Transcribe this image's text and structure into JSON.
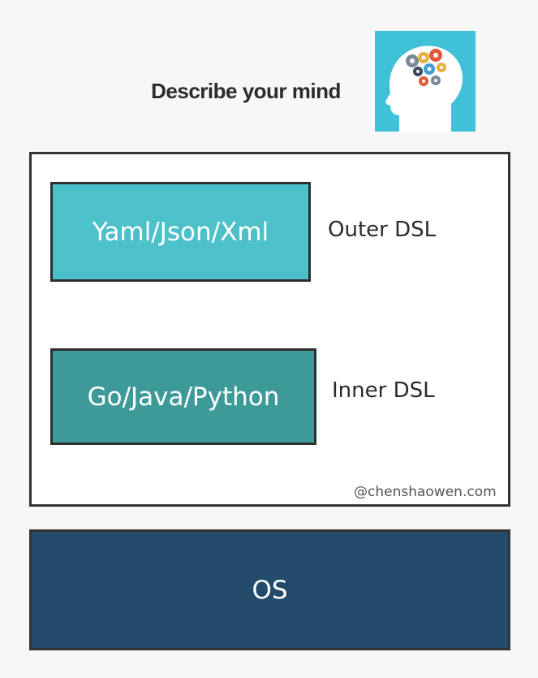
{
  "header": {
    "title": "Describe your mind",
    "icon": "brain-gears-icon"
  },
  "layers": {
    "outer": {
      "block_text": "Yaml/Json/Xml",
      "label": "Outer DSL",
      "color": "#4cc1c9"
    },
    "inner": {
      "block_text": "Go/Java/Python",
      "label": "Inner DSL",
      "color": "#3d9a99"
    },
    "os": {
      "label": "OS",
      "color": "#244a6c"
    }
  },
  "watermark": "@chenshaowen.com",
  "colors": {
    "icon_background": "#3fc2d8",
    "border": "#333333"
  }
}
